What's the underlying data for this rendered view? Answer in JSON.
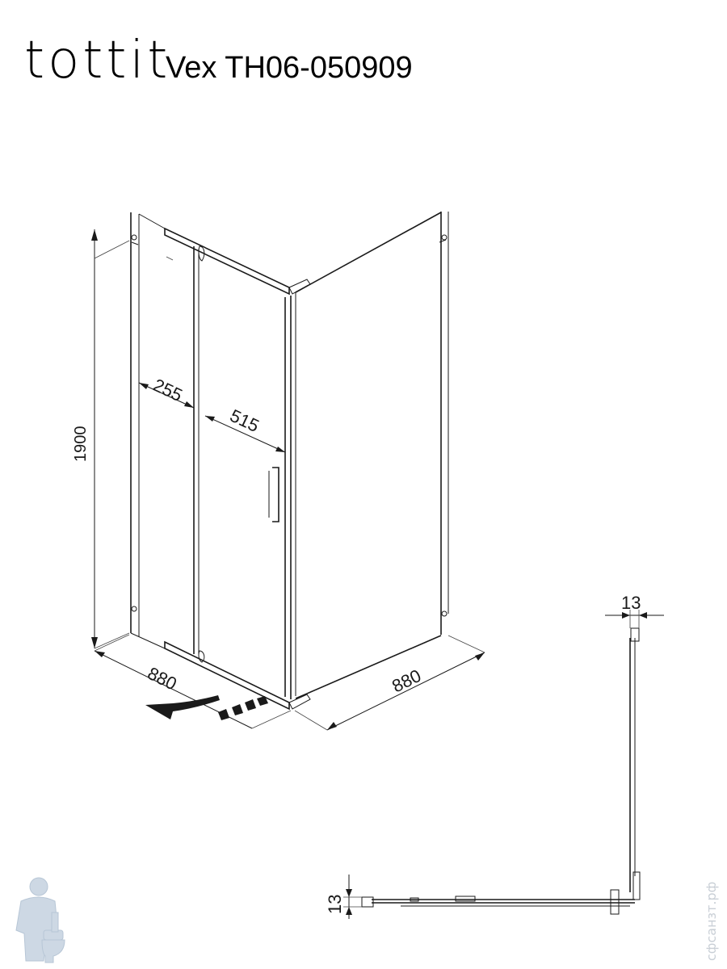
{
  "header": {
    "brand": "tottit",
    "model": "Vex TH06-050909"
  },
  "dimensions": {
    "height": "1900",
    "fixed_panel_width": "255",
    "door_width": "515",
    "left_depth": "880",
    "right_width": "880",
    "profile_top": "13",
    "profile_side": "13"
  },
  "watermark": {
    "site": "сфсанзт.рф"
  },
  "colors": {
    "line": "#1a1a1a",
    "watermark": "#c9cfd6"
  }
}
